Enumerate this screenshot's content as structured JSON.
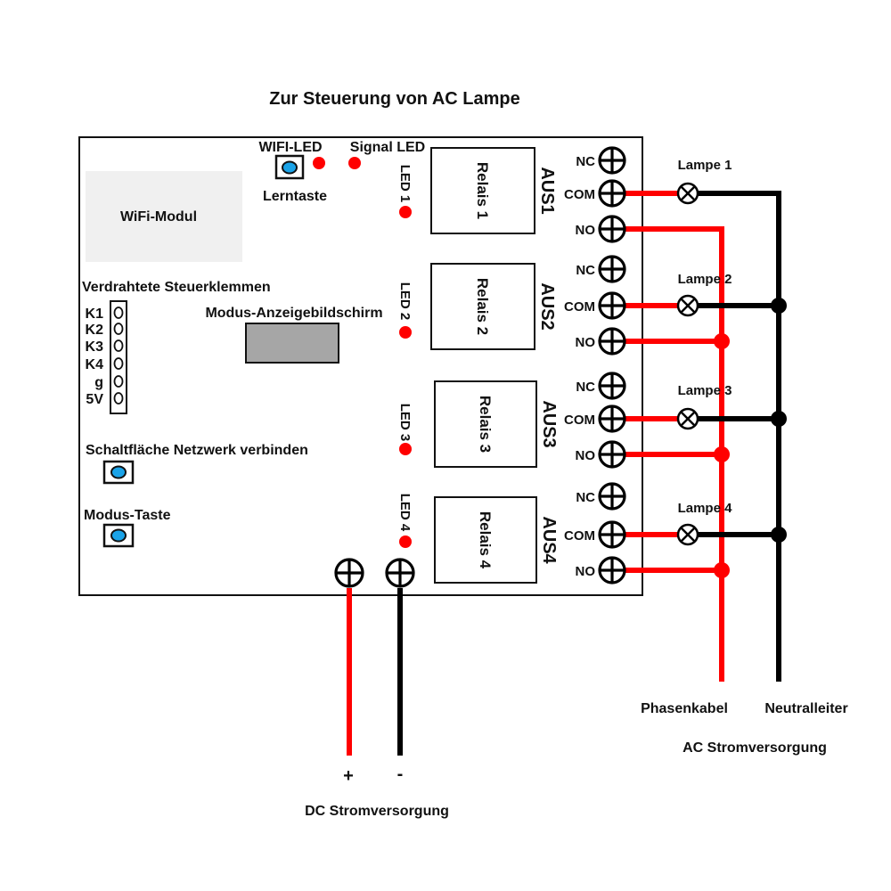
{
  "title": "Zur Steuerung von AC Lampe",
  "board": {
    "wifi_module": "WiFi-Modul",
    "wifi_led": "WIFI-LED",
    "signal_led": "Signal LED",
    "learn_button": "Lerntaste",
    "wired_terminals": {
      "label": "Verdrahtete Steuerklemmen",
      "pins": [
        "K1",
        "K2",
        "K3",
        "K4",
        "g",
        "5V"
      ]
    },
    "mode_display": "Modus-Anzeigebildschirm",
    "network_button": "Schaltfläche Netzwerk verbinden",
    "mode_button": "Modus-Taste",
    "relays": [
      {
        "led": "LED 1",
        "relay": "Relais 1",
        "output": "AUS1"
      },
      {
        "led": "LED 2",
        "relay": "Relais 2",
        "output": "AUS2"
      },
      {
        "led": "LED 3",
        "relay": "Relais 3",
        "output": "AUS3"
      },
      {
        "led": "LED 4",
        "relay": "Relais 4",
        "output": "AUS4"
      }
    ],
    "terminal_labels": [
      "NC",
      "COM",
      "NO"
    ]
  },
  "lamps": [
    "Lampe 1",
    "Lampe 2",
    "Lampe 3",
    "Lampe 4"
  ],
  "ac": {
    "phase": "Phasenkabel",
    "neutral": "Neutralleiter",
    "label": "AC Stromversorgung"
  },
  "dc": {
    "plus": "+",
    "minus": "-",
    "label": "DC Stromversorgung"
  },
  "colors": {
    "phase_wire": "#ff0000",
    "neutral_wire": "#000000",
    "led": "#ff0000",
    "button": "#1aa3e8",
    "wifi_module_bg": "#f0f0f0",
    "display_bg": "#a6a6a6"
  }
}
